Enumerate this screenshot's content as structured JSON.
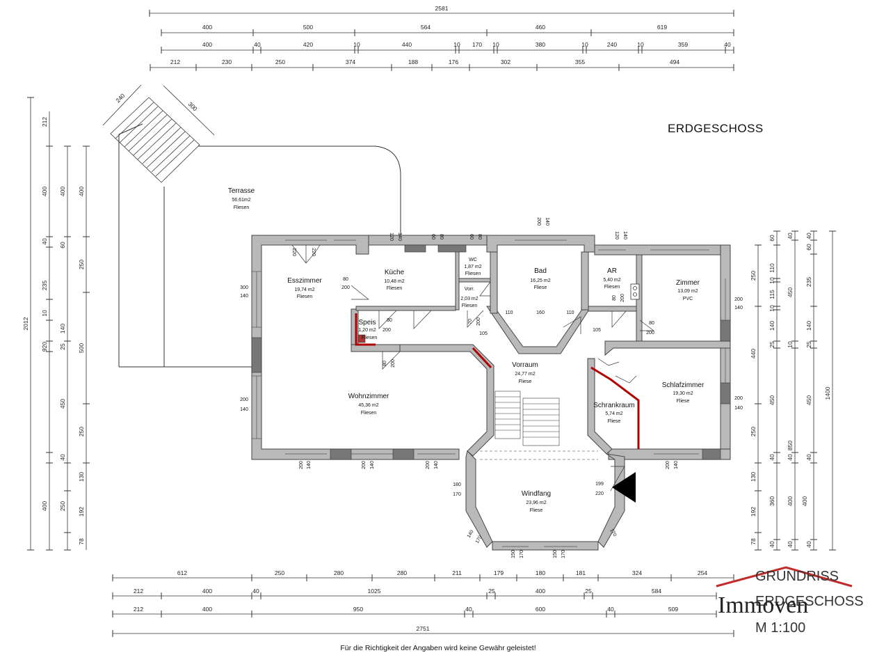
{
  "title": "ERDGESCHOSS",
  "footer": "Für die Richtigkeit der Angaben wird keine Gewähr geleistet!",
  "brand": {
    "logo": "Immoven",
    "stamp_line1": "GRUNDRISS",
    "stamp_line2": "ERDGESCHOSS",
    "scale": "M 1:100"
  },
  "rooms": [
    {
      "name": "Terrasse",
      "area": "56,61m2",
      "floor": "Fliesen"
    },
    {
      "name": "Esszimmer",
      "area": "19,74 m2",
      "floor": "Fliesen"
    },
    {
      "name": "Küche",
      "area": "10,48 m2",
      "floor": "Fliesen"
    },
    {
      "name": "WC",
      "area": "1,87 m2",
      "floor": "Fliesen"
    },
    {
      "name": "Vorr.",
      "area": "2,03 m2",
      "floor": "Fliesen"
    },
    {
      "name": "Bad",
      "area": "16,25 m2",
      "floor": "Fliese"
    },
    {
      "name": "AR",
      "area": "5,40 m2",
      "floor": "Fliesen"
    },
    {
      "name": "Zimmer",
      "area": "13,09 m2",
      "floor": "PVC"
    },
    {
      "name": "Speis",
      "area": "1,20 m2",
      "floor": "Fliesen"
    },
    {
      "name": "Wohnzimmer",
      "area": "45,36 m2",
      "floor": "Fliesen"
    },
    {
      "name": "Vorraum",
      "area": "24,77 m2",
      "floor": "Fliese"
    },
    {
      "name": "Schrankraum",
      "area": "5,74 m2",
      "floor": "Fliese"
    },
    {
      "name": "Schlafzimmer",
      "area": "19,30 m2",
      "floor": "Fliese"
    },
    {
      "name": "Windfang",
      "area": "23,96 m2",
      "floor": "Fliese"
    }
  ],
  "dims_top": {
    "row1": [
      "2581"
    ],
    "row2": [
      "400",
      "500",
      "564",
      "460",
      "619"
    ],
    "row3": [
      "400",
      "40",
      "420",
      "10",
      "440",
      "10",
      "170",
      "10",
      "380",
      "10",
      "240",
      "10",
      "359",
      "40"
    ],
    "row4": [
      "212",
      "230",
      "250",
      "374",
      "188",
      "176",
      "302",
      "355",
      "494"
    ]
  },
  "dims_bottom": {
    "row1": [
      "612",
      "250",
      "280",
      "280",
      "211",
      "179",
      "180",
      "181",
      "324",
      "254"
    ],
    "row2": [
      "212",
      "400",
      "40",
      "1025",
      "25",
      "400",
      "25",
      "584"
    ],
    "row3": [
      "212",
      "400",
      "950",
      "40",
      "600",
      "40",
      "509"
    ],
    "row4": [
      "2751"
    ]
  },
  "dims_left": {
    "col1": [
      "2012"
    ],
    "col2": [
      "212",
      "400",
      "40",
      "235",
      "10",
      "920",
      "25",
      "450",
      "40",
      "400"
    ],
    "col3": [
      "400",
      "60",
      "140",
      "250",
      "130",
      "192",
      "78"
    ],
    "col4": [
      "400",
      "250",
      "500",
      "250"
    ]
  },
  "dims_right": {
    "col1": [
      "250",
      "440",
      "250",
      "130",
      "192",
      "78"
    ],
    "col2": [
      "60",
      "110",
      "10",
      "115",
      "10",
      "140",
      "25",
      "450",
      "40",
      "360",
      "40"
    ],
    "col3": [
      "40",
      "450",
      "10",
      "850",
      "40",
      "400",
      "40"
    ],
    "col4": [
      "40",
      "60",
      "235",
      "140",
      "25",
      "450",
      "40",
      "400",
      "40"
    ],
    "col5": [
      "1400"
    ]
  },
  "openings": {
    "terrace_stair_w": "240",
    "terrace_stair_l": "300",
    "ess_window": [
      "300",
      "140"
    ],
    "ess_door": "220",
    "ess_kitchen_door": [
      "80",
      "200"
    ],
    "kitchen_top": [
      "120",
      "140",
      "60",
      "80"
    ],
    "wc_top": [
      "60",
      "80"
    ],
    "bad_top": [
      "200",
      "140"
    ],
    "ar_top": [
      "120",
      "140"
    ],
    "zimmer_window": [
      "200",
      "140"
    ],
    "zimmer_door": [
      "80",
      "200"
    ],
    "bad_inner": [
      "110",
      "160",
      "110"
    ],
    "vorraum_105a": "105",
    "vorraum_105b": "105",
    "wohn_window_left": [
      "200",
      "140"
    ],
    "wohn_bottom": [
      "200",
      "140",
      "200",
      "140",
      "200",
      "140"
    ],
    "schlaf_window": [
      "200",
      "140"
    ],
    "schlaf_bottom": [
      "200",
      "140"
    ],
    "windfang_left": [
      "180",
      "170"
    ],
    "windfang_right": [
      "199",
      "220"
    ],
    "windfang_bottom": [
      "150",
      "170",
      "150",
      "170"
    ],
    "windfang_diag": [
      "140",
      "170",
      "170"
    ],
    "misc_doors": [
      "80",
      "200",
      "70",
      "200",
      "80",
      "200",
      "80",
      "200"
    ]
  }
}
